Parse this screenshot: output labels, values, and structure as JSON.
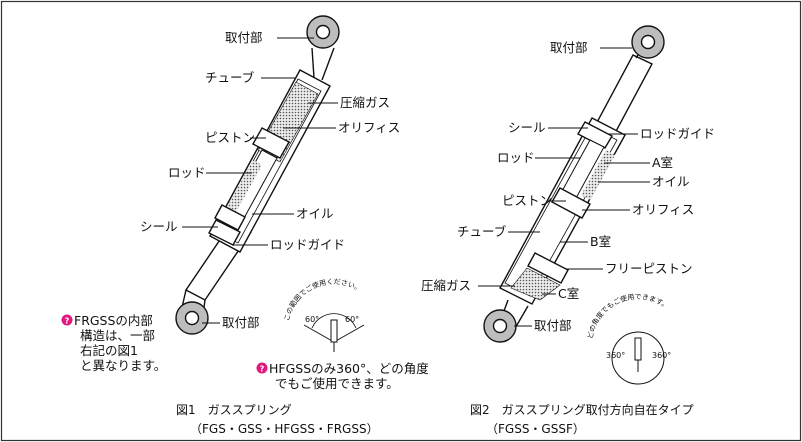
{
  "figure1": {
    "labels": {
      "top_mount": "取付部",
      "tube": "チューブ",
      "compressed_gas": "圧縮ガス",
      "orifice": "オリフィス",
      "piston": "ピストン",
      "rod": "ロッド",
      "oil": "オイル",
      "seal": "シール",
      "rod_guide": "ロッドガイド",
      "bottom_mount": "取付部"
    },
    "note_lines": [
      "FRGSSの内部",
      "構造は、一部",
      "右記の図1",
      "と異なります。"
    ],
    "angle": {
      "arc_text": "この範囲でご使用ください。",
      "left_deg": "60°",
      "right_deg": "60°"
    },
    "angle_note_lines": [
      "HFGSSのみ360°、どの角度",
      "でもご使用できます。"
    ],
    "caption": "図1　ガススプリング",
    "subcaption": "（FGS・GSS・HFGSS・FRGSS）"
  },
  "figure2": {
    "labels": {
      "top_mount": "取付部",
      "seal": "シール",
      "rod_guide": "ロッドガイド",
      "rod": "ロッド",
      "chamber_a": "A室",
      "oil": "オイル",
      "piston": "ピストン",
      "orifice": "オリフィス",
      "tube": "チューブ",
      "chamber_b": "B室",
      "free_piston": "フリーピストン",
      "compressed_gas": "圧縮ガス",
      "chamber_c": "C室",
      "bottom_mount": "取付部"
    },
    "angle": {
      "arc_text": "どの角度でもご使用できます。",
      "left_deg": "360°",
      "right_deg": "360°"
    },
    "caption": "図2　ガススプリング取付方向自在タイプ",
    "subcaption": "（FGSS・GSSF）"
  },
  "colors": {
    "outline": "#111111",
    "gas_fill": "#d4d4d4",
    "note_icon": "#e0197d",
    "background": "#ffffff"
  },
  "icons": {
    "note_icon": "pink-question-circle-icon"
  }
}
